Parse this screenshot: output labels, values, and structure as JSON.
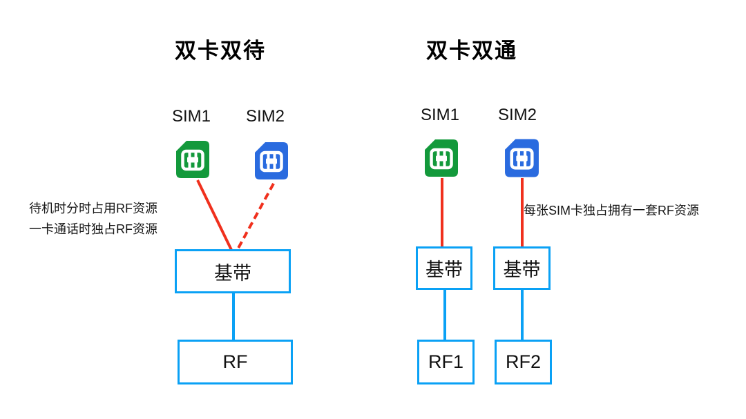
{
  "colors": {
    "accent-blue": "#0AA1F5",
    "line-red": "#F0301D",
    "sim-green": "#13993B",
    "sim-blue": "#2A6BDF",
    "text": "#111111"
  },
  "left_diagram": {
    "title": "双卡双待",
    "sim1_label": "SIM1",
    "sim2_label": "SIM2",
    "baseband_label": "基带",
    "rf_label": "RF",
    "note_line1": "待机时分时占用RF资源",
    "note_line2": "一卡通话时独占RF资源"
  },
  "right_diagram": {
    "title": "双卡双通",
    "sim1_label": "SIM1",
    "sim2_label": "SIM2",
    "baseband1_label": "基带",
    "baseband2_label": "基带",
    "rf1_label": "RF1",
    "rf2_label": "RF2",
    "note": "每张SIM卡独占拥有一套RF资源"
  }
}
